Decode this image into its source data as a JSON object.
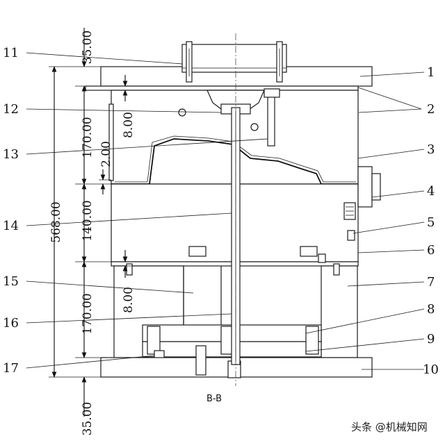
{
  "section_label": "B-B",
  "watermark": "头条 @机械知网",
  "part_numbers": [
    "1",
    "2",
    "3",
    "4",
    "5",
    "6",
    "7",
    "8",
    "9",
    "10",
    "11",
    "12",
    "13",
    "14",
    "15",
    "16",
    "17"
  ],
  "dimensions": {
    "top_ext": "35.00",
    "overall": "568.00",
    "upper_clamp": "170.00",
    "upper_gap": "8.00",
    "upper_step": "2.00",
    "middle": "140.00",
    "lower_clamp": "170.00",
    "lower_gap": "8.00",
    "bottom_ext": "35.00"
  }
}
